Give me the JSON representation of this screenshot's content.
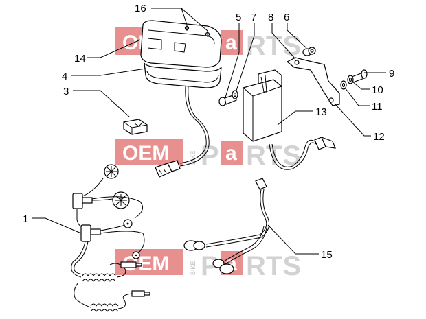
{
  "callouts": [
    {
      "id": "1",
      "label": "1"
    },
    {
      "id": "3",
      "label": "3"
    },
    {
      "id": "4",
      "label": "4"
    },
    {
      "id": "5",
      "label": "5"
    },
    {
      "id": "6",
      "label": "6"
    },
    {
      "id": "7",
      "label": "7"
    },
    {
      "id": "8",
      "label": "8"
    },
    {
      "id": "9",
      "label": "9"
    },
    {
      "id": "10",
      "label": "10"
    },
    {
      "id": "11",
      "label": "11"
    },
    {
      "id": "12",
      "label": "12"
    },
    {
      "id": "13",
      "label": "13"
    },
    {
      "id": "14",
      "label": "14"
    },
    {
      "id": "15",
      "label": "15"
    },
    {
      "id": "16",
      "label": "16"
    }
  ],
  "watermark": {
    "oem": "OEM",
    "bike": "BIKE",
    "p": "P",
    "a": "a",
    "rts": "RTS"
  }
}
